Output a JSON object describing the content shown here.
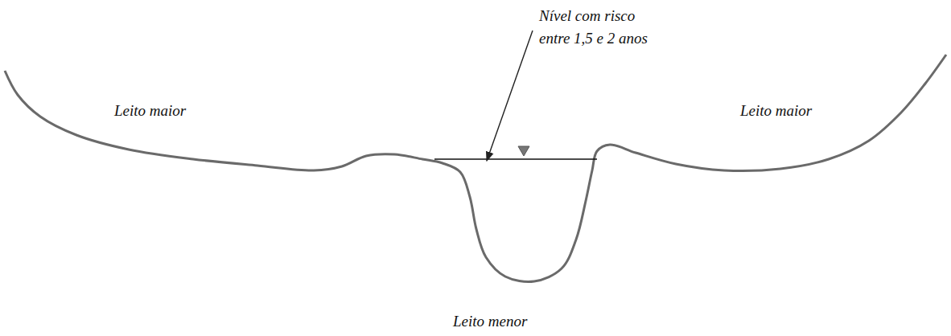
{
  "diagram": {
    "labels": [
      "Nível com risco entre 1,5 e 2 anos",
      "Leito maior",
      "Leito maior",
      "Leito menor"
    ]
  }
}
